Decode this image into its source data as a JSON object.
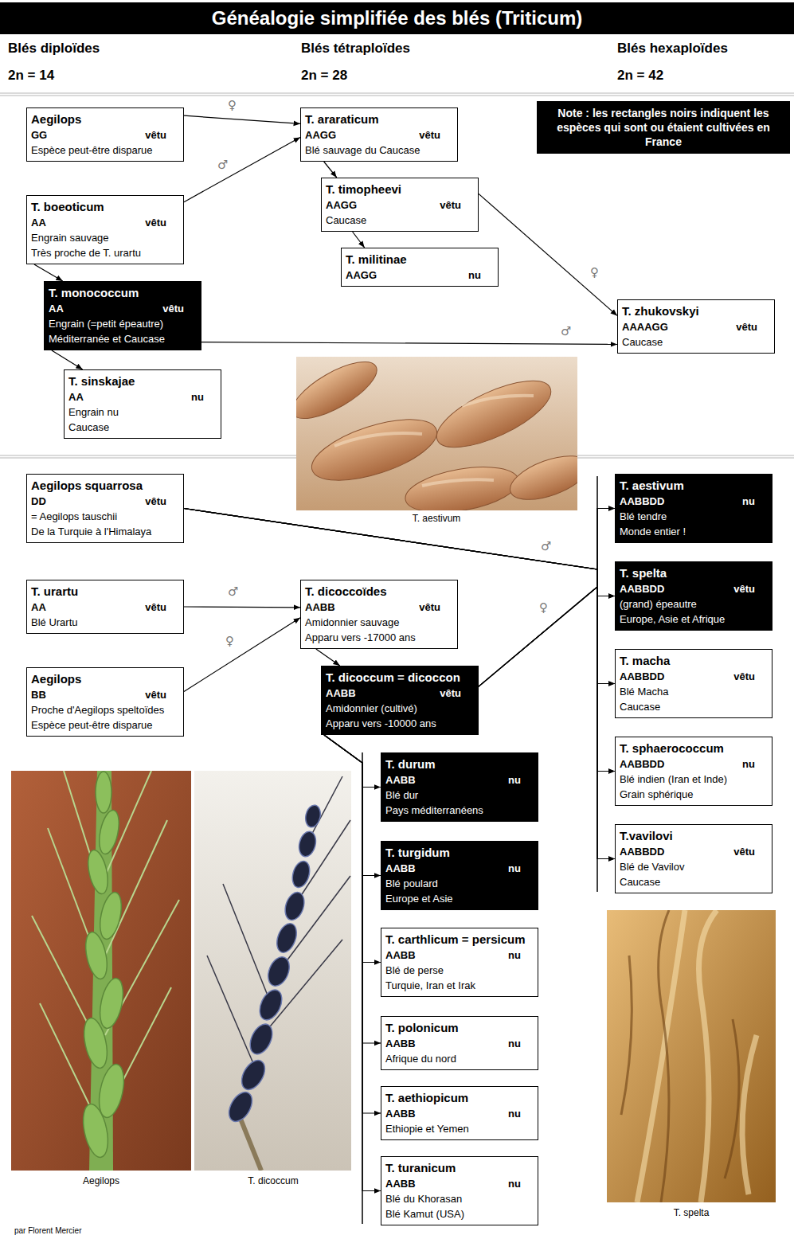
{
  "diagram": {
    "title": "Généalogie simplifiée des blés (Triticum)",
    "nodes": [
      {
        "text": [
          "Aegilops",
          "GG",
          "vêtu",
          "Espèce peut-être disparue"
        ]
      },
      {
        "text": [
          "T. araraticum",
          "AAGG",
          "vêtu",
          "Blé sauvage du Caucase"
        ]
      },
      {
        "text": [
          "Note : les rectangles noirs indiquent les espèces qui sont ou étaient cultivées en France"
        ]
      },
      {
        "text": [
          "T. boeoticum",
          "AA",
          "vêtu",
          "Engrain sauvage",
          "Très proche de T. urartu"
        ]
      },
      {
        "text": [
          "T. timopheevi",
          "AAGG",
          "vêtu",
          "Caucase"
        ]
      },
      {
        "text": [
          "T. militinae",
          "AAGG",
          "nu"
        ]
      },
      {
        "text": [
          "T. monococcum",
          "AA",
          "vêtu",
          "Engrain (=petit épeautre)",
          "Méditerranée et Caucase"
        ]
      },
      {
        "text": [
          "T. zhukovskyi",
          "AAAAGG",
          "vêtu",
          "Caucase"
        ]
      },
      {
        "text": [
          "T. sinskajae",
          "AA",
          "nu",
          "Engrain nu",
          "Caucase"
        ]
      },
      {
        "text": [
          "Aegilops squarrosa",
          "DD",
          "vêtu",
          "= Aegilops tauschii",
          "De la Turquie à l'Himalaya"
        ]
      },
      {
        "text": [
          "T. aestivum",
          "AABBDD",
          "nu",
          "Blé tendre",
          "Monde entier !"
        ]
      },
      {
        "text": [
          "T. urartu",
          "AA",
          "vêtu",
          "Blé Urartu"
        ]
      },
      {
        "text": [
          "T. dicoccoïdes",
          "AABB",
          "vêtu",
          "Amidonnier sauvage",
          "Apparu vers -17000 ans"
        ]
      },
      {
        "text": [
          "T. spelta",
          "AABBDD",
          "vêtu",
          "(grand) épeautre",
          "Europe, Asie et Afrique"
        ]
      },
      {
        "text": [
          "Aegilops",
          "BB",
          "vêtu",
          "Proche d'Aegilops speltoïdes",
          "Espèce peut-être disparue"
        ]
      },
      {
        "text": [
          "T. dicoccum = dicoccon",
          "AABB",
          "vêtu",
          "Amidonnier (cultivé)",
          "Apparu vers -10000 ans"
        ]
      },
      {
        "text": [
          "T. macha",
          "AABBDD",
          "vêtu",
          "Blé Macha",
          "Caucase"
        ]
      },
      {
        "text": [
          "T. durum",
          "AABB",
          "nu",
          "Blé dur",
          "Pays méditerranéens"
        ]
      },
      {
        "text": [
          "T. sphaerococcum",
          "AABBDD",
          "nu",
          "Blé indien (Iran et Inde)",
          "Grain sphérique"
        ]
      },
      {
        "text": [
          "T.vavilovi",
          "AABBDD",
          "vêtu",
          "Blé de Vavilov",
          "Caucase"
        ]
      },
      {
        "text": [
          "T. turgidum",
          "AABB",
          "nu",
          "Blé poulard",
          "Europe et Asie"
        ]
      },
      {
        "text": [
          "T. carthlicum = persicum",
          "AABB",
          "nu",
          "Blé de perse",
          "Turquie, Iran et Irak"
        ]
      },
      {
        "text": [
          "T. polonicum",
          "AABB",
          "nu",
          "Afrique du nord"
        ]
      },
      {
        "text": [
          "T. aethiopicum",
          "AABB",
          "nu",
          "Ethiopie et Yemen"
        ]
      },
      {
        "text": [
          "T. turanicum",
          "AABB",
          "nu",
          "Blé du Khorasan",
          "Blé Kamut (USA)"
        ]
      }
    ],
    "edges": [
      {
        "from": 0,
        "to": 1,
        "arrow": "to",
        "label": "♀"
      },
      {
        "from": 3,
        "to": 1,
        "arrow": "to",
        "label": "♂"
      },
      {
        "from": 1,
        "to": 4,
        "arrow": "to"
      },
      {
        "from": 4,
        "to": 5,
        "arrow": "to"
      },
      {
        "from": 3,
        "to": 6,
        "arrow": "to"
      },
      {
        "from": 6,
        "to": 8,
        "arrow": "to"
      },
      {
        "from": 4,
        "to": 7,
        "arrow": "to",
        "label": "♀"
      },
      {
        "from": 6,
        "to": 7,
        "arrow": "to",
        "label": "♂"
      },
      {
        "from": 9,
        "to": 10,
        "arrow": "to",
        "label": "♂"
      },
      {
        "from": 9,
        "to": 13,
        "arrow": "to"
      },
      {
        "from": 9,
        "to": 16,
        "arrow": "to"
      },
      {
        "from": 9,
        "to": 18,
        "arrow": "to"
      },
      {
        "from": 9,
        "to": 19,
        "arrow": "to"
      },
      {
        "from": 11,
        "to": 12,
        "arrow": "to",
        "label": "♂"
      },
      {
        "from": 14,
        "to": 12,
        "arrow": "to",
        "label": "♀"
      },
      {
        "from": 12,
        "to": 15,
        "arrow": "to"
      },
      {
        "from": 15,
        "to": 10,
        "arrow": "to",
        "label": "♀"
      },
      {
        "from": 15,
        "to": 13,
        "arrow": "to"
      },
      {
        "from": 15,
        "to": 16,
        "arrow": "to"
      },
      {
        "from": 15,
        "to": 18,
        "arrow": "to"
      },
      {
        "from": 15,
        "to": 19,
        "arrow": "to"
      },
      {
        "from": 15,
        "to": 17,
        "arrow": "to"
      },
      {
        "from": 15,
        "to": 20,
        "arrow": "to"
      },
      {
        "from": 15,
        "to": 21,
        "arrow": "to"
      },
      {
        "from": 15,
        "to": 22,
        "arrow": "to"
      },
      {
        "from": 15,
        "to": 23,
        "arrow": "to"
      },
      {
        "from": 15,
        "to": 24,
        "arrow": "to"
      }
    ],
    "labels": [
      "Blés diploïdes",
      "2n = 14",
      "Blés tétraploïdes",
      "2n = 28",
      "Blés hexaploïdes",
      "2n = 42",
      "T. aestivum",
      "Aegilops",
      "T. dicoccum",
      "T. spelta",
      "par Florent Mercier"
    ]
  }
}
